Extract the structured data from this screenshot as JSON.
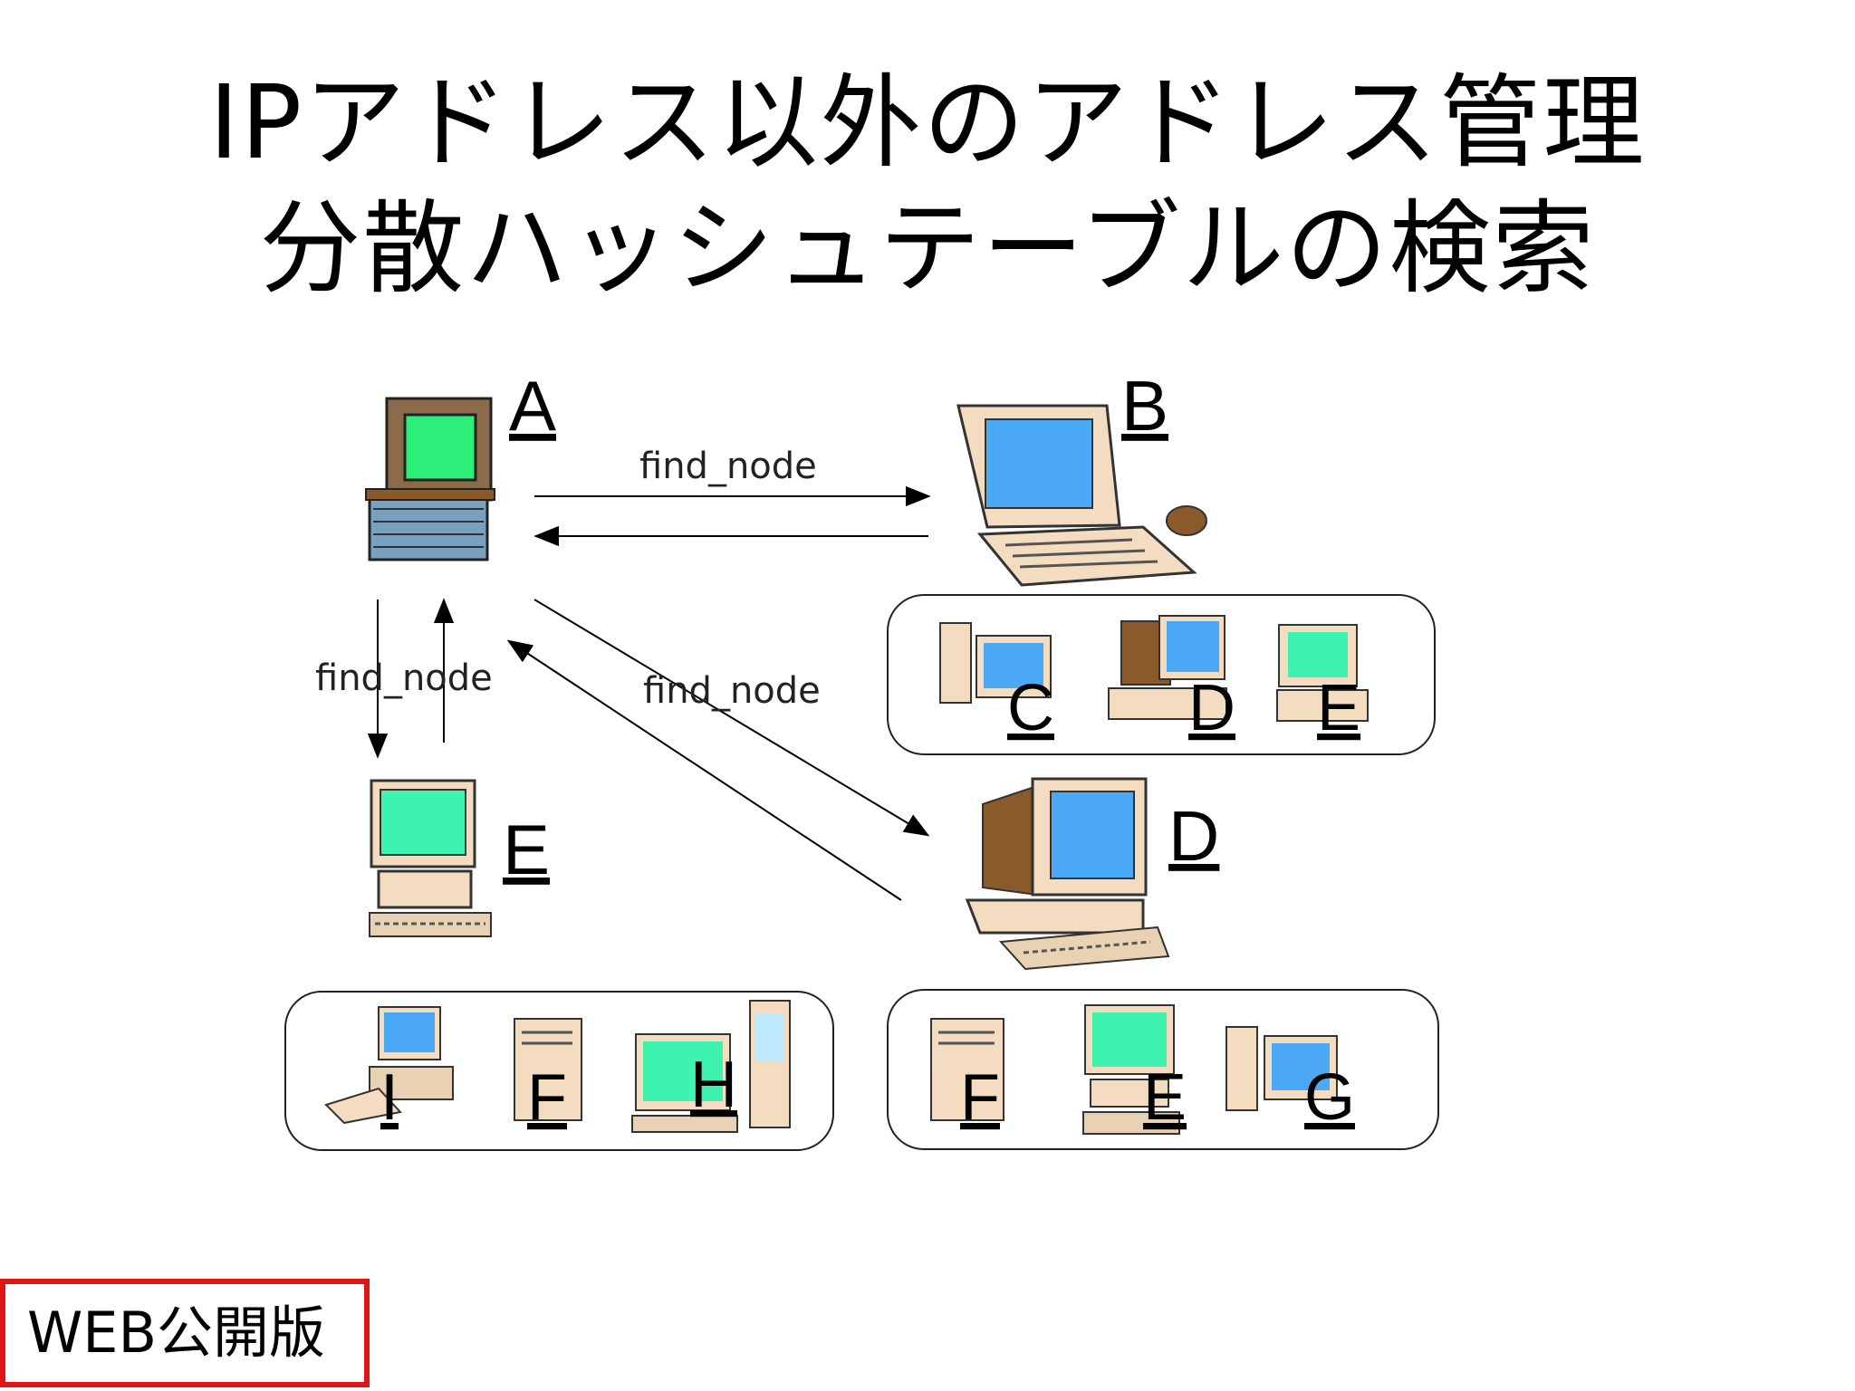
{
  "title": {
    "line1": "IPアドレス以外のアドレス管理",
    "line2": "分散ハッシュテーブルの検索"
  },
  "nodes": {
    "A": "A",
    "B": "B",
    "D": "D",
    "E": "E"
  },
  "messages": {
    "ab": "find_node",
    "ae": "find_node",
    "ad": "find_node"
  },
  "groups": {
    "b_group": [
      "C",
      "D",
      "E"
    ],
    "e_group": [
      "I",
      "F",
      "H"
    ],
    "d_group": [
      "F",
      "E",
      "G"
    ]
  },
  "badge": "WEB公開版",
  "colors": {
    "screen_green": "#2df07a",
    "screen_blue": "#4aa8f5",
    "screen_mint": "#3ef2b0",
    "case_tan": "#f3dcc0",
    "case_brown": "#8b5a2b",
    "badge_red": "#e01515"
  }
}
